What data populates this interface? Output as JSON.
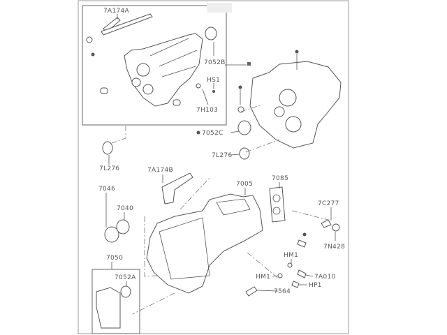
{
  "diagram": {
    "title": "Transmission case exploded view",
    "labels": [
      "7A174A",
      "7052B",
      "HS1",
      "7H103",
      "7052C",
      "7L276",
      "7L276",
      "7A174B",
      "7005",
      "7085",
      "7046",
      "7040",
      "7C277",
      "7N428",
      "HM1",
      "7A010",
      "HM1",
      "HP1",
      "7564",
      "7050",
      "7052A"
    ]
  }
}
